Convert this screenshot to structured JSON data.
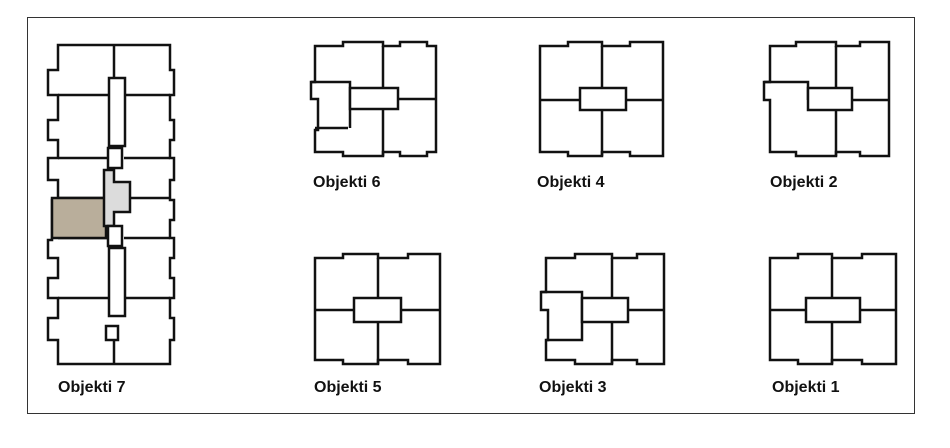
{
  "buildings": [
    {
      "id": "objekti-7",
      "label": "Objekti 7"
    },
    {
      "id": "objekti-6",
      "label": "Objekti 6"
    },
    {
      "id": "objekti-4",
      "label": "Objekti 4"
    },
    {
      "id": "objekti-2",
      "label": "Objekti 2"
    },
    {
      "id": "objekti-5",
      "label": "Objekti 5"
    },
    {
      "id": "objekti-3",
      "label": "Objekti 3"
    },
    {
      "id": "objekti-1",
      "label": "Objekti 1"
    }
  ],
  "colors": {
    "highlight_unit": "#b9ae9b",
    "highlight_core": "#dcdcdc",
    "line": "#111111"
  }
}
